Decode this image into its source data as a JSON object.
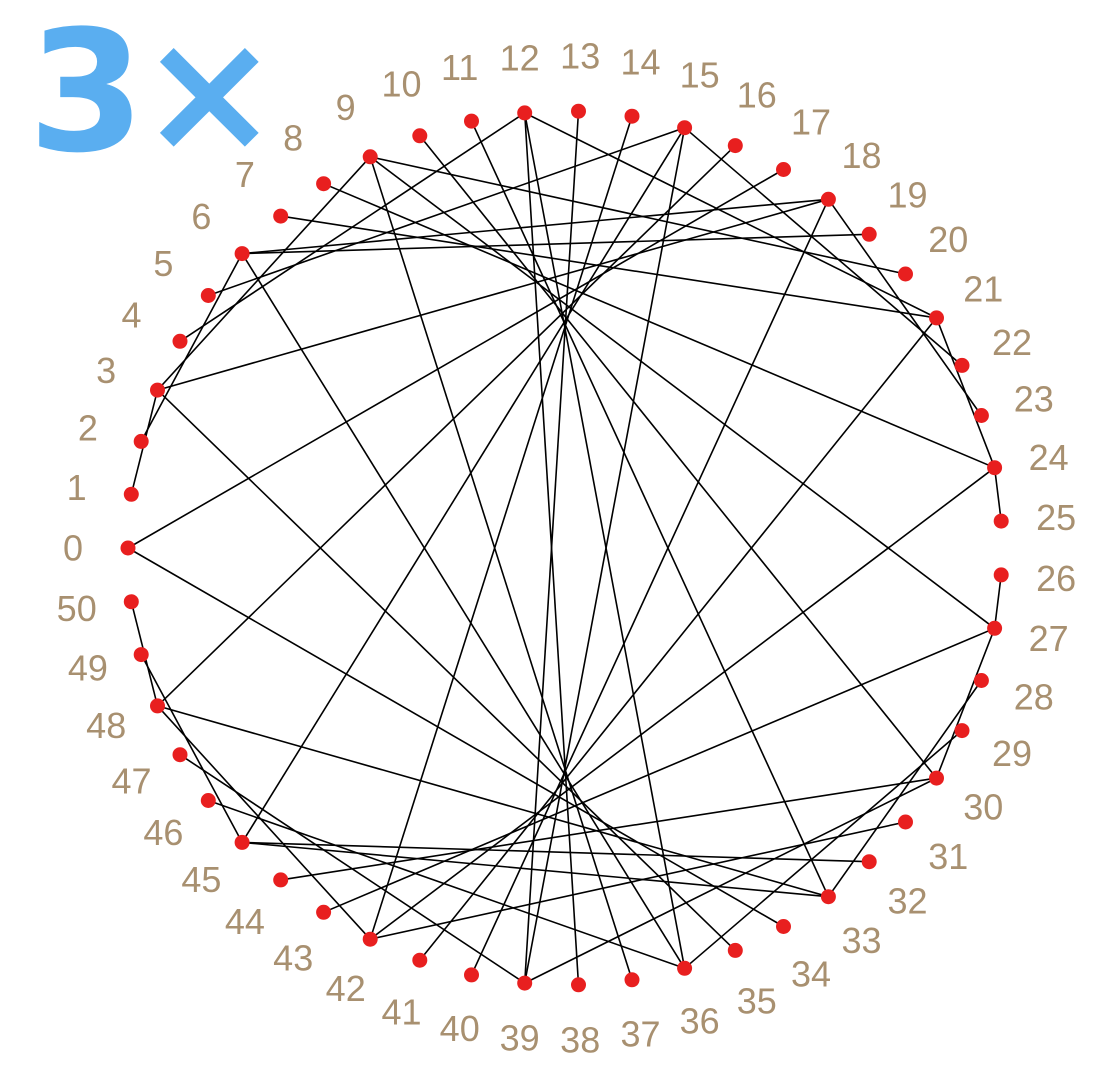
{
  "title": "3×",
  "multiplier": 3,
  "modulus": 51,
  "colors": {
    "title": "#5aaef0",
    "dot": "#e81f1f",
    "label": "#a89070",
    "line": "#000000"
  },
  "point_labels": [
    "0",
    "1",
    "2",
    "3",
    "4",
    "5",
    "6",
    "7",
    "8",
    "9",
    "10",
    "11",
    "12",
    "13",
    "14",
    "15",
    "16",
    "17",
    "18",
    "19",
    "20",
    "21",
    "22",
    "23",
    "24",
    "25",
    "26",
    "27",
    "28",
    "29",
    "30",
    "31",
    "32",
    "33",
    "34",
    "35",
    "36",
    "37",
    "38",
    "39",
    "40",
    "41",
    "42",
    "43",
    "44",
    "45",
    "46",
    "47",
    "48",
    "49",
    "50"
  ]
}
